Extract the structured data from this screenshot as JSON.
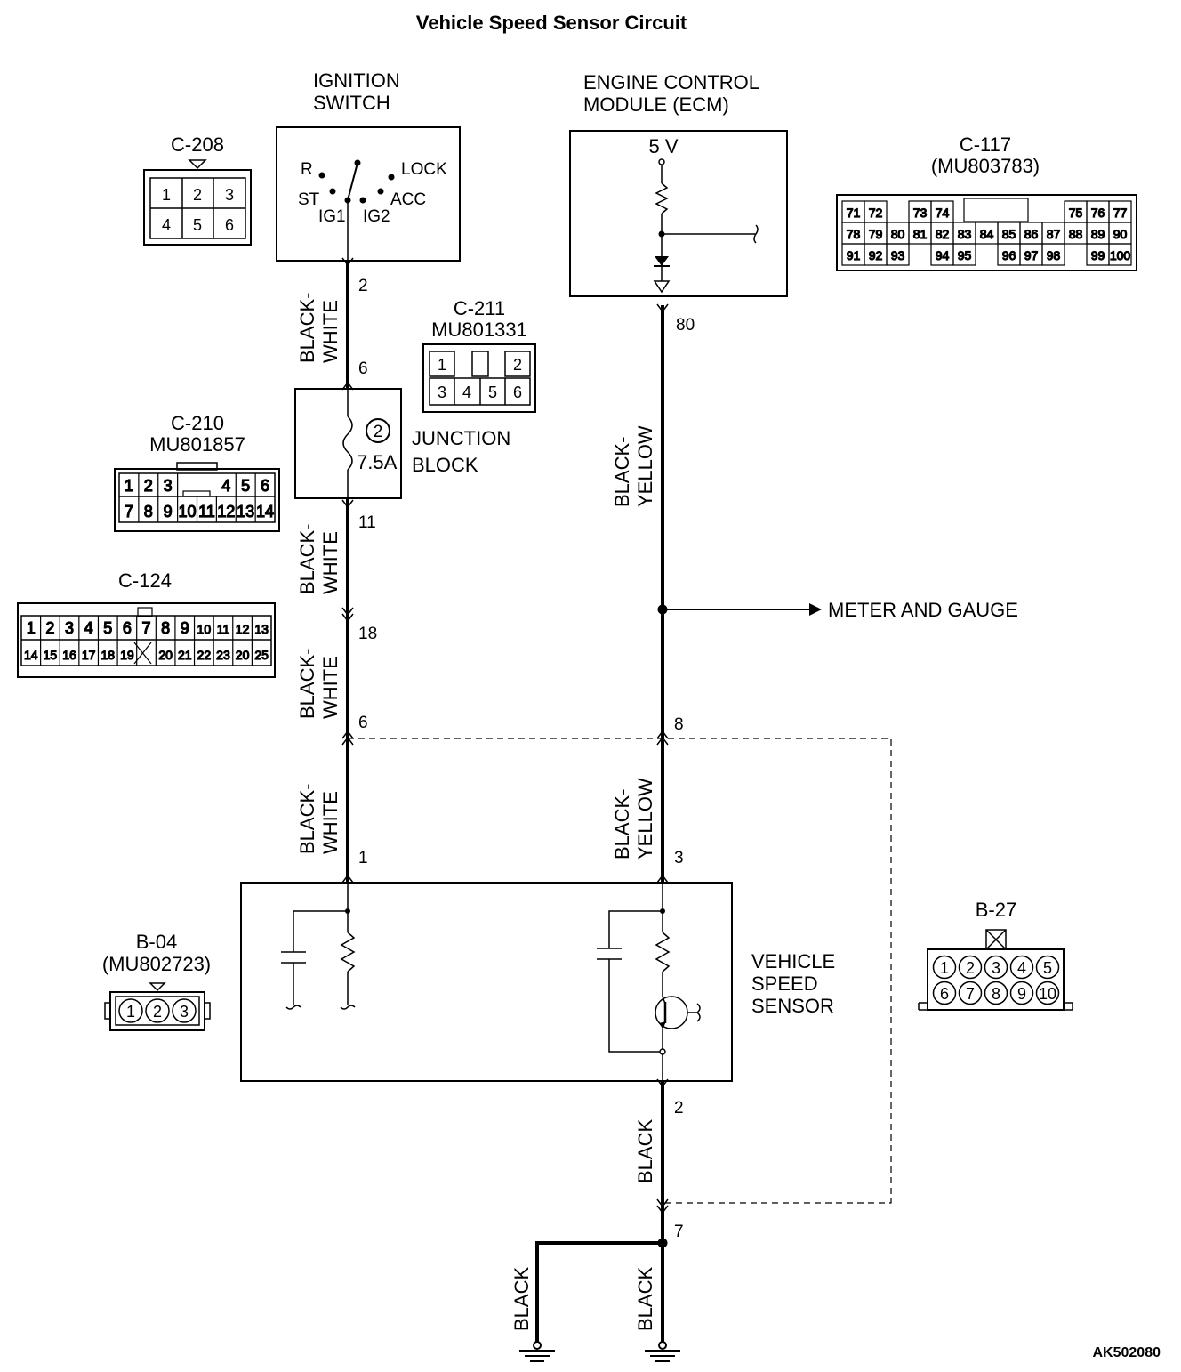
{
  "title": "Vehicle Speed Sensor Circuit",
  "footer_code": "AK502080",
  "ignition_switch": {
    "label_lines": [
      "IGNITION",
      "SWITCH"
    ],
    "positions": {
      "r": "R",
      "lock": "LOCK",
      "st": "ST",
      "acc": "ACC",
      "ig1": "IG1",
      "ig2": "IG2"
    },
    "pin": "2"
  },
  "ecm": {
    "label_lines": [
      "ENGINE CONTROL",
      "MODULE (ECM)"
    ],
    "voltage": "5 V",
    "pin": "80"
  },
  "junction_block": {
    "label_lines": [
      "JUNCTION",
      "BLOCK"
    ],
    "fuse_number": "2",
    "fuse_rating": "7.5A",
    "pin_in": "6",
    "pin_out": "11"
  },
  "sensor": {
    "label_lines": [
      "VEHICLE",
      "SPEED",
      "SENSOR"
    ],
    "pin_power": "1",
    "pin_signal": "3",
    "pin_ground": "2"
  },
  "meter_label": "METER AND GAUGE",
  "wires": {
    "bw_a": [
      "BLACK-",
      "WHITE"
    ],
    "bw_b": [
      "BLACK-",
      "WHITE"
    ],
    "bw_c": [
      "BLACK-",
      "WHITE"
    ],
    "bw_d": [
      "BLACK-",
      "WHITE"
    ],
    "by_a": [
      "BLACK-",
      "YELLOW"
    ],
    "by_b": [
      "BLACK-",
      "YELLOW"
    ],
    "blk_a": "BLACK",
    "blk_b": "BLACK",
    "blk_c": "BLACK"
  },
  "pins": {
    "c124_18": "18",
    "c124_6": "6",
    "c124_8": "8",
    "ground_7": "7"
  },
  "connectors": {
    "c208": {
      "name": "C-208",
      "part": "",
      "rows": [
        [
          "1",
          "2",
          "3"
        ],
        [
          "4",
          "5",
          "6"
        ]
      ]
    },
    "c211": {
      "name": "C-211",
      "part": "MU801331",
      "rows": [
        [
          "1",
          "",
          "",
          "2"
        ],
        [
          "3",
          "4",
          "5",
          "6"
        ]
      ]
    },
    "c210": {
      "name": "C-210",
      "part": "MU801857",
      "rows": [
        [
          "1",
          "2",
          "3",
          "",
          "",
          "4",
          "5",
          "6"
        ],
        [
          "7",
          "8",
          "9",
          "10",
          "11",
          "12",
          "13",
          "14"
        ]
      ]
    },
    "c124": {
      "name": "C-124",
      "part": "",
      "rows": [
        [
          "1",
          "2",
          "3",
          "4",
          "5",
          "6",
          "7",
          "8",
          "9",
          "10",
          "11",
          "12",
          "13"
        ],
        [
          "14",
          "15",
          "16",
          "17",
          "18",
          "19",
          "",
          "20",
          "21",
          "22",
          "23",
          "20",
          "25"
        ]
      ]
    },
    "c117": {
      "name": "C-117",
      "part": "(MU803783)",
      "rows": [
        [
          "71",
          "72",
          "",
          "73",
          "74",
          "",
          "",
          "",
          "",
          "",
          "75",
          "76",
          "77"
        ],
        [
          "78",
          "79",
          "80",
          "81",
          "82",
          "83",
          "84",
          "85",
          "86",
          "87",
          "88",
          "89",
          "90"
        ],
        [
          "91",
          "92",
          "93",
          "",
          "94",
          "95",
          "",
          "96",
          "97",
          "98",
          "",
          "99",
          "100"
        ]
      ]
    },
    "b04": {
      "name": "B-04",
      "part": "(MU802723)",
      "pins": [
        "1",
        "2",
        "3"
      ]
    },
    "b27": {
      "name": "B-27",
      "part": "",
      "rows": [
        [
          "1",
          "2",
          "3",
          "4",
          "5"
        ],
        [
          "6",
          "7",
          "8",
          "9",
          "10"
        ]
      ]
    }
  }
}
